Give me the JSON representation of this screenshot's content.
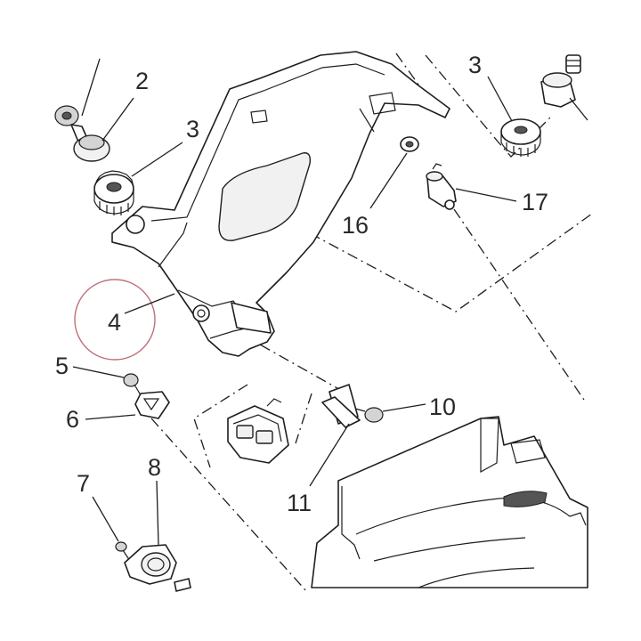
{
  "callouts": [
    {
      "id": "2",
      "label": "2"
    },
    {
      "id": "3a",
      "label": "3"
    },
    {
      "id": "3b",
      "label": "3"
    },
    {
      "id": "4",
      "label": "4"
    },
    {
      "id": "5",
      "label": "5"
    },
    {
      "id": "6",
      "label": "6"
    },
    {
      "id": "7",
      "label": "7"
    },
    {
      "id": "8",
      "label": "8"
    },
    {
      "id": "10",
      "label": "10"
    },
    {
      "id": "11",
      "label": "11"
    },
    {
      "id": "16",
      "label": "16"
    },
    {
      "id": "17",
      "label": "17"
    }
  ],
  "highlight": {
    "target_callout": "4",
    "color": "#c0707a"
  },
  "colors": {
    "line": "#1e1e1e",
    "text": "#2a2a2a",
    "background": "#ffffff"
  }
}
